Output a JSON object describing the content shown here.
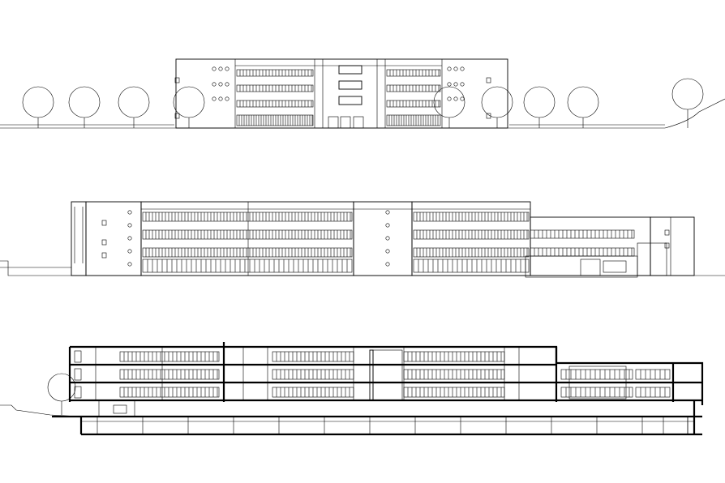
{
  "drawing": {
    "type": "architectural-elevations-and-section",
    "line_color": "#000000",
    "background": "#ffffff",
    "views": [
      {
        "id": "front-elevation",
        "kind": "elevation",
        "floors": 4,
        "trees": 9
      },
      {
        "id": "long-elevation",
        "kind": "elevation",
        "floors": 4
      },
      {
        "id": "long-section",
        "kind": "section",
        "floors": 4,
        "basement": true
      }
    ]
  }
}
